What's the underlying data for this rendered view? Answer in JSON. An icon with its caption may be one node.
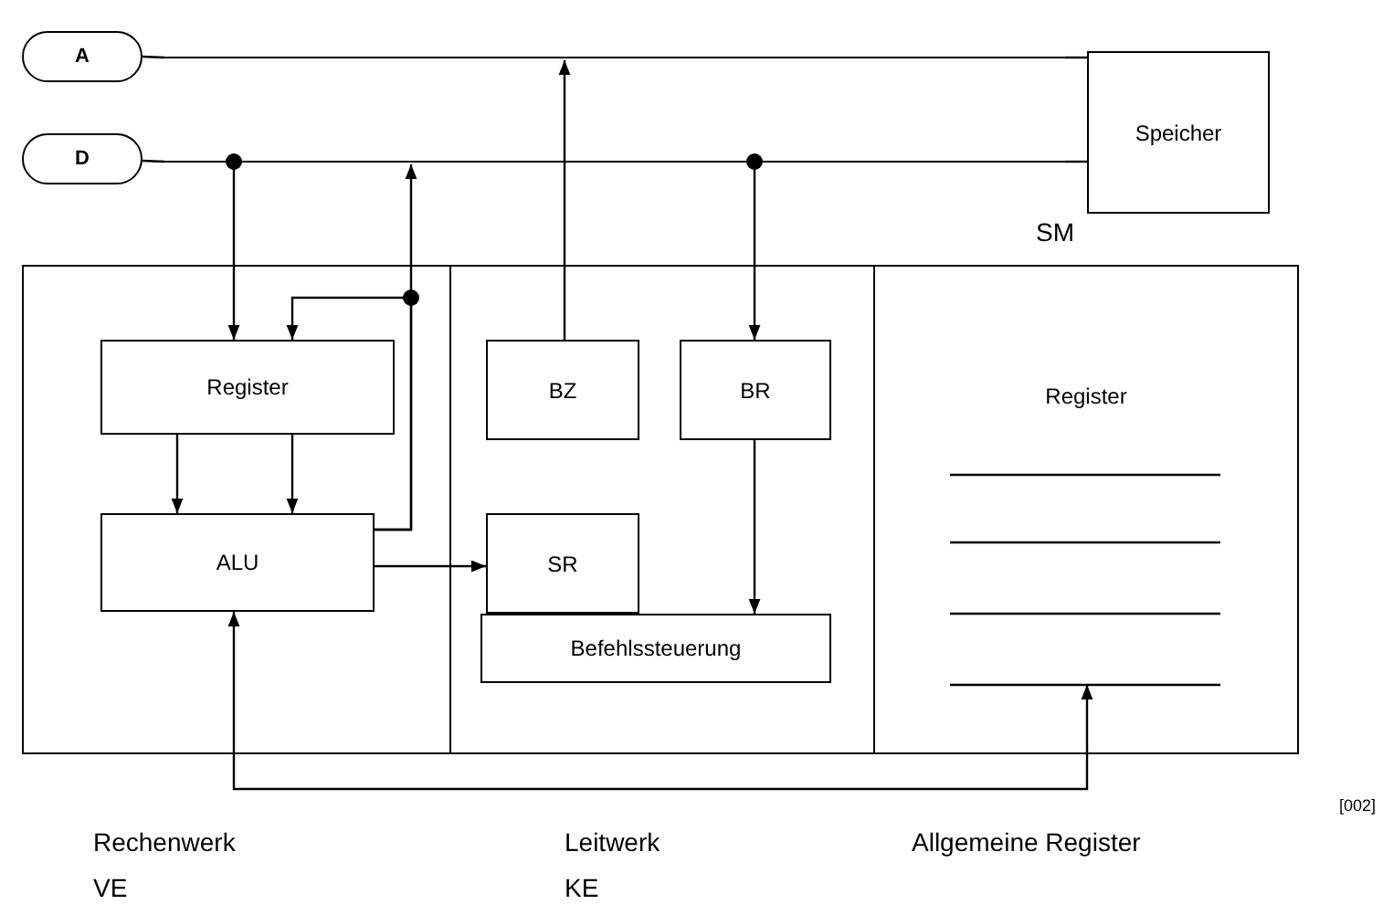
{
  "diagram": {
    "nodes": [
      {
        "text": [
          "A"
        ]
      },
      {
        "text": [],
        "shape": "bar"
      },
      {
        "text": [
          "D"
        ]
      },
      {
        "text": [],
        "shape": "bar"
      },
      {
        "text": [
          "Speicher"
        ]
      },
      {
        "text": [
          "Rechenwerk",
          "VE"
        ]
      },
      {
        "text": [
          "Register"
        ],
        "in": 5
      },
      {
        "text": [
          "ALU"
        ],
        "in": 5
      },
      {
        "text": [
          "Leitwerk",
          "KE"
        ]
      },
      {
        "text": [
          "BZ"
        ],
        "in": 8
      },
      {
        "text": [
          "BR"
        ],
        "in": 8
      },
      {
        "text": [
          "SR"
        ],
        "in": 8
      },
      {
        "text": [
          "Befehlssteuerung"
        ],
        "in": 8
      },
      {
        "text": [
          "Register",
          "Allgemeine Register"
        ]
      }
    ],
    "edges": [
      {
        "from": 0,
        "to": 1,
        "arrow": "none"
      },
      {
        "from": 1,
        "to": 4,
        "arrow": "none"
      },
      {
        "from": 2,
        "to": 3,
        "arrow": "none"
      },
      {
        "from": 3,
        "to": 4,
        "arrow": "none"
      },
      {
        "from": 3,
        "to": 6,
        "arrow": "to"
      },
      {
        "from": 7,
        "to": 3,
        "arrow": "to"
      },
      {
        "from": 7,
        "to": 6,
        "arrow": "to"
      },
      {
        "from": 9,
        "to": 1,
        "arrow": "to"
      },
      {
        "from": 3,
        "to": 10,
        "arrow": "to"
      },
      {
        "from": 6,
        "to": 7,
        "arrow": "to"
      },
      {
        "from": 6,
        "to": 7,
        "arrow": "to"
      },
      {
        "from": 7,
        "to": 11,
        "arrow": "to"
      },
      {
        "from": 10,
        "to": 12,
        "arrow": "to"
      },
      {
        "from": 7,
        "to": 13,
        "arrow": "both"
      }
    ],
    "labels": [
      "SM",
      "[002]"
    ]
  }
}
